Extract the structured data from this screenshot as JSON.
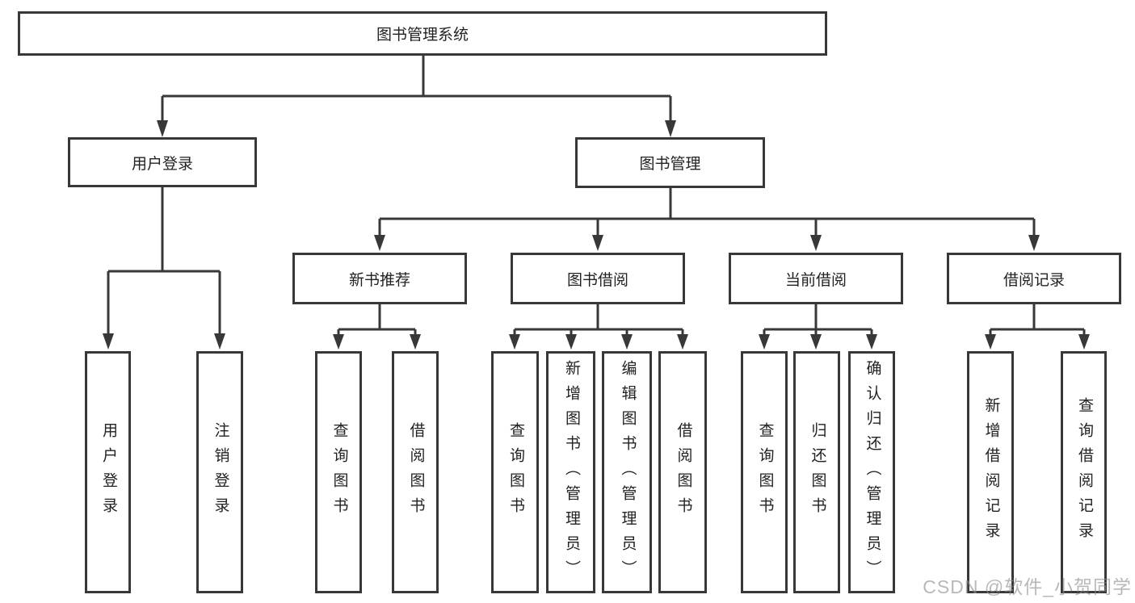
{
  "diagram": {
    "root": {
      "label": "图书管理系统"
    },
    "level2": [
      {
        "label": "用户登录"
      },
      {
        "label": "图书管理"
      }
    ],
    "level3": [
      {
        "label": "新书推荐"
      },
      {
        "label": "图书借阅"
      },
      {
        "label": "当前借阅"
      },
      {
        "label": "借阅记录"
      }
    ],
    "leaves": [
      {
        "label": "用户登录"
      },
      {
        "label": "注销登录"
      },
      {
        "label": "查询图书"
      },
      {
        "label": "借阅图书"
      },
      {
        "label": "查询图书"
      },
      {
        "label": "新增图书（管理员）"
      },
      {
        "label": "编辑图书（管理员）"
      },
      {
        "label": "借阅图书"
      },
      {
        "label": "查询图书"
      },
      {
        "label": "归还图书"
      },
      {
        "label": "确认归还（管理员）"
      },
      {
        "label": "新增借阅记录"
      },
      {
        "label": "查询借阅记录"
      }
    ],
    "colors": {
      "line": "#383838",
      "border": "#383838",
      "text": "#222222",
      "background": "#ffffff",
      "watermark": "#8c8c8c"
    }
  },
  "watermark": {
    "text": "CSDN @软件_小贺同学"
  }
}
